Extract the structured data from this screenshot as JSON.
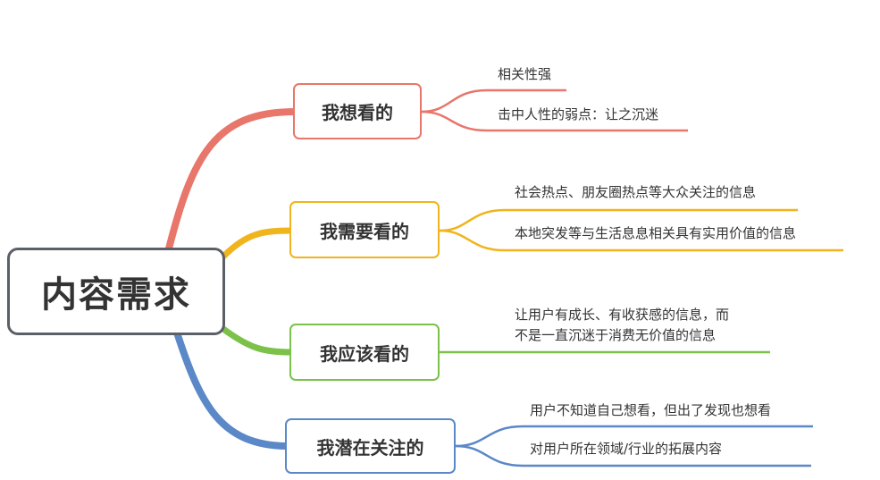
{
  "root": {
    "title": "内容需求"
  },
  "colors": {
    "root_border": "#5b6066",
    "branch_red": "#e8766a",
    "branch_yellow": "#f0b41c",
    "branch_green": "#7cc14a",
    "branch_blue": "#5b88c7"
  },
  "branches": [
    {
      "title": "我想看的",
      "color": "#e8766a",
      "items": [
        "相关性强",
        "击中人性的弱点：让之沉迷"
      ]
    },
    {
      "title": "我需要看的",
      "color": "#f0b41c",
      "items": [
        "社会热点、朋友圈热点等大众关注的信息",
        "本地突发等与生活息息相关具有实用价值的信息"
      ]
    },
    {
      "title": "我应该看的",
      "color": "#7cc14a",
      "items": [
        "让用户有成长、有收获感的信息，而",
        "不是一直沉迷于消费无价值的信息"
      ]
    },
    {
      "title": "我潜在关注的",
      "color": "#5b88c7",
      "items": [
        "用户不知道自己想看，但出了发现也想看",
        "对用户所在领域/行业的拓展内容"
      ]
    }
  ]
}
